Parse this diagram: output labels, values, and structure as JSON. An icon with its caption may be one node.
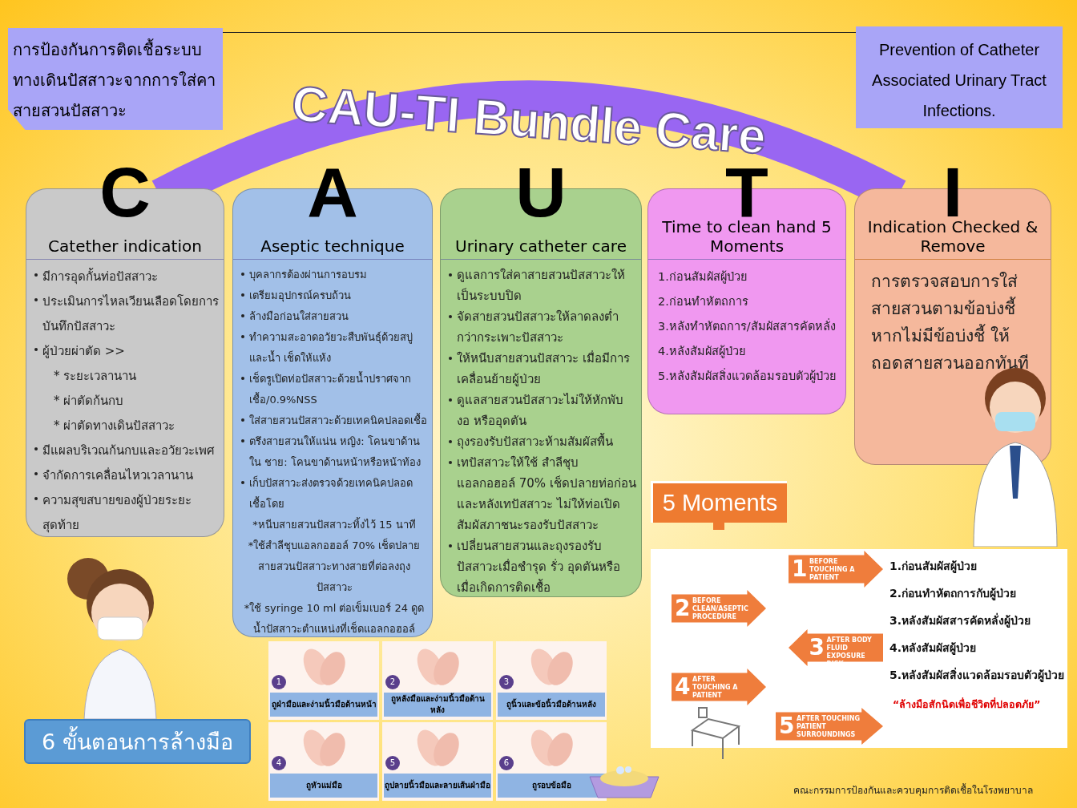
{
  "diagram": {
    "nodes": [
      {
        "text": [
          "การป้องกันการติดเชื้อระบบทางเดินปัสสาวะจากการใส่คาสายสวนปัสสาวะ"
        ]
      },
      {
        "text": [
          "Prevention of Catheter Associated Urinary Tract Infections."
        ]
      },
      {
        "text": [
          "CAU-TI Bundle Care"
        ]
      },
      {
        "text": [
          "C",
          "Catether indication",
          "มีการอุดกั้นท่อปัสสาวะ",
          "ประเมินการไหลเวียนเลือดโดยการบันทึกปัสสาวะ",
          "ผู้ป่วยผ่าตัด >>",
          "* ระยะเวลานาน",
          "* ผ่าตัดก้นกบ",
          "* ผ่าตัดทางเดินปัสสาวะ",
          "มีแผลบริเวณก้นกบและอวัยวะเพศ",
          "จำกัดการเคลื่อนไหวเวลานาน",
          "ความสุขสบายของผู้ป่วยระยะสุดท้าย"
        ]
      },
      {
        "text": [
          "A",
          "Aseptic technique",
          "บุคลากรต้องผ่านการอบรม",
          "เตรียมอุปกรณ์ครบถ้วน",
          "ล้างมือก่อนใส่สายสวน",
          "ทำความสะอาดอวัยวะสืบพันธุ์ด้วยสบู่และน้ำ เช็ดให้แห้ง",
          "เช็ดรูเปิดท่อปัสสาวะด้วยน้ำปราศจากเชื้อ/0.9%NSS",
          "ใส่สายสวนปัสสาวะด้วยเทคนิคปลอดเชื้อ",
          "ตรึงสายสวนให้แน่น หญิง: โคนขาด้านใน ชาย: โคนขาด้านหน้าหรือหน้าท้อง",
          "เก็บปัสสาวะส่งตรวจด้วยเทคนิคปลอดเชื้อโดย",
          "*หนีบสายสวนปัสสาวะทิ้งไว้ 15 นาที",
          "*ใช้สำลีชุบแอลกอฮอล์ 70% เช็ดปลายสายสวนปัสสาวะทางสายที่ต่อลงถุงปัสสาวะ",
          "*ใช้ syringe 10 ml ต่อเข็มเบอร์ 24 ดูดน้ำปัสสาวะตำแหน่งที่เช็ดแอลกอฮอล์"
        ]
      },
      {
        "text": [
          "U",
          "Urinary catheter care",
          "ดูแลการใส่คาสายสวนปัสสาวะให้เป็นระบบปิด",
          "จัดสายสวนปัสสาวะให้ลาดลงต่ำกว่ากระเพาะปัสสาวะ",
          "ให้หนีบสายสวนปัสสาวะ เมื่อมีการเคลื่อนย้ายผู้ป่วย",
          "ดูแลสายสวนปัสสาวะไม่ให้หักพับ งอ หรืออุดตัน",
          "ถุงรองรับปัสสาวะห้ามสัมผัสพื้น",
          "เทปัสสาวะให้ใช้ สำลีชุบแอลกอฮอล์ 70% เช็ดปลายท่อก่อนและหลังเทปัสสาวะ ไม่ให้ท่อเปิดสัมผัสภาชนะรองรับปัสสาวะ",
          "เปลี่ยนสายสวนและถุงรองรับปัสสาวะเมื่อชำรุด รั่ว อุดตันหรือเมื่อเกิดการติดเชื้อ"
        ]
      },
      {
        "text": [
          "T",
          "Time to clean hand 5 Moments",
          "1.ก่อนสัมผัสผู้ป่วย",
          "2.ก่อนทำหัตถการ",
          "3.หลังทำหัตถการ/สัมผัสสารคัดหลั่ง",
          "4.หลังสัมผัสผู้ป่วย",
          "5.หลังสัมผัสสิ่งแวดล้อมรอบตัวผู้ป่วย"
        ]
      },
      {
        "text": [
          "I",
          "Indication Checked & Remove",
          "การตรวจสอบการใส่สายสวนตามข้อบ่งชี้ หากไม่มีข้อบ่งชี้ ให้ถอดสายสวนออกทันที"
        ]
      },
      {
        "text": [
          "5 Moments"
        ]
      },
      {
        "text": [
          "1.ก่อนสัมผัสผู้ป่วย",
          "2.ก่อนทำหัตถการกับผู้ป่วย",
          "3.หลังสัมผัสสารคัดหลั่งผู้ป่วย",
          "4.หลังสัมผัสผู้ป่วย",
          "5.หลังสัมผัสสิ่งแวดล้อมรอบตัวผู้ป่วย",
          "“ล้างมือสักนิดเพื่อชีวิตที่ปลอดภัย”"
        ]
      },
      {
        "text": [
          "1",
          "BEFORE TOUCHING A PATIENT"
        ],
        "in": 9
      },
      {
        "text": [
          "2",
          "BEFORE CLEAN/ASEPTIC PROCEDURE"
        ],
        "in": 9
      },
      {
        "text": [
          "4",
          "AFTER TOUCHING A PATIENT"
        ],
        "in": 9
      },
      {
        "text": [
          "3",
          "AFTER BODY FLUID EXPOSURE RISK"
        ],
        "in": 9
      },
      {
        "text": [
          "5",
          "AFTER TOUCHING PATIENT SURROUNDINGS"
        ],
        "in": 9
      },
      {
        "text": [
          "6 ขั้นตอนการล้างมือ"
        ]
      },
      {
        "text": [
          "1",
          "ถูฝ่ามือและง่ามนิ้วมือด้านหน้า"
        ]
      },
      {
        "text": [
          "2",
          "ถูหลังมือและง่ามนิ้วมือด้านหลัง"
        ]
      },
      {
        "text": [
          "3",
          "ถูนิ้วและข้อนิ้วมือด้านหลัง"
        ]
      },
      {
        "text": [
          "4",
          "ถูหัวแม่มือ"
        ]
      },
      {
        "text": [
          "5",
          "ถูปลายนิ้วมือและลายเส้นฝ่ามือ"
        ]
      },
      {
        "text": [
          "6",
          "ถูรอบข้อมือ"
        ]
      }
    ],
    "edges": [
      {
        "from": 8,
        "to": 9,
        "arrow": "to"
      }
    ],
    "labels": [
      "คณะกรรมการป้องกันและควบคุมการติดเชื้อในโรงพยาบาล"
    ]
  }
}
